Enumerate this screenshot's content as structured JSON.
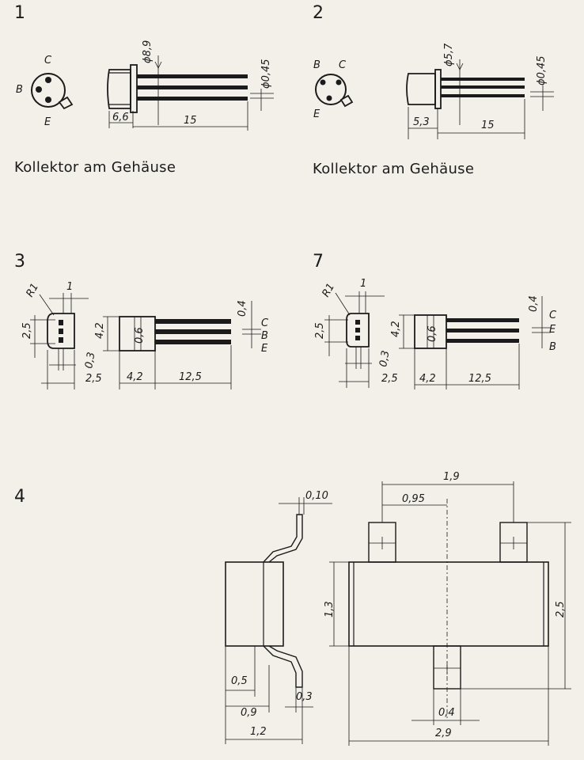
{
  "figures": {
    "f1": {
      "number": "1",
      "pins": {
        "c": "C",
        "b": "B",
        "e": "E"
      },
      "dims": {
        "diameter_body": "ϕ8,9",
        "diameter_lead": "ϕ0,45",
        "cap_length": "6,6",
        "lead_length": "15"
      },
      "caption": "Kollektor am Gehäuse"
    },
    "f2": {
      "number": "2",
      "pins": {
        "b": "B",
        "c": "C",
        "e": "E"
      },
      "dims": {
        "diameter_body": "ϕ5,7",
        "diameter_lead": "ϕ0,45",
        "cap_length": "5,3",
        "lead_length": "15"
      },
      "caption": "Kollektor am Gehäuse"
    },
    "f3": {
      "number": "3",
      "dims": {
        "radius": "R1",
        "top": "1",
        "height_left": "2,5",
        "body_height": "4,2",
        "inner": "0,6",
        "pin_gap": "0,3",
        "width_left": "2,5",
        "body_length": "4,2",
        "lead_length": "12,5",
        "lead": "0,4"
      },
      "pins": {
        "c": "C",
        "b": "B",
        "e": "E"
      }
    },
    "f7": {
      "number": "7",
      "dims": {
        "radius": "R1",
        "top": "1",
        "height_left": "2,5",
        "body_height": "4,2",
        "inner": "0,6",
        "pin_gap": "0,3",
        "width_left": "2,5",
        "body_length": "4,2",
        "lead_length": "12,5",
        "lead": "0,4"
      },
      "pins": {
        "c": "C",
        "e": "E",
        "b": "B"
      }
    },
    "f4": {
      "number": "4",
      "dims": {
        "lead_thick": "0,10",
        "half_w": "0,5",
        "foot": "0,3",
        "dist": "0,9",
        "total_side": "1,2",
        "pitch": "1,9",
        "offset": "0,95",
        "body_h": "1,3",
        "total_h": "2,5",
        "pin_w": "0,4",
        "total_w": "2,9"
      }
    }
  }
}
